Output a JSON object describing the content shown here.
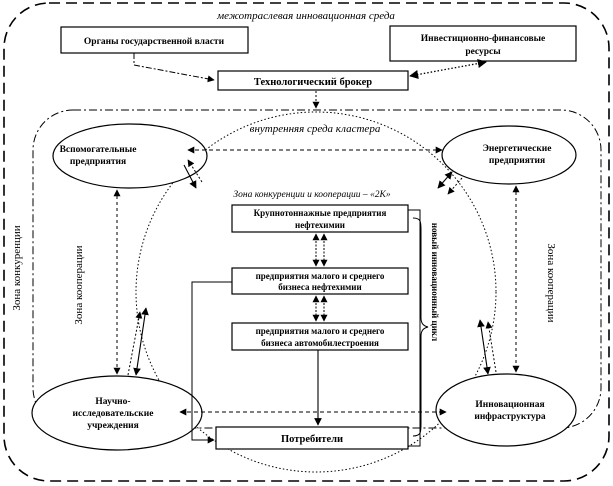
{
  "outer_label": "межотраслевая инновационная среда",
  "inner_label": "внутренняя среда кластера",
  "core_label": "Зона конкуренции и кооперации – «2К»",
  "left_outer_side": "Зона конкуренции",
  "left_side": "Зона кооперации",
  "right_side": "Зона кооперации",
  "brace_label": "новый инновационный цикл",
  "boxes": {
    "government": "Органы государственной власти",
    "investment": [
      "Инвестиционно-финансовые",
      "ресурсы"
    ],
    "broker": "Технологический брокер",
    "large": [
      "Крупнотоннажные предприятия",
      "нефтехимии"
    ],
    "small_petro": [
      "предприятия малого и среднего",
      "бизнеса нефтехимии"
    ],
    "small_auto": [
      "предприятия малого и среднего",
      "бизнеса автомобилестроения"
    ],
    "consumers": "Потребители"
  },
  "ellipses": {
    "auxiliary": [
      "Вспомогательные",
      "предприятия"
    ],
    "energy": [
      "Энергетические",
      "предприятия"
    ],
    "research": [
      "Научно-",
      "исследовательские",
      "учреждения"
    ],
    "innovation": [
      "Инновационная",
      "инфраструктура"
    ]
  }
}
